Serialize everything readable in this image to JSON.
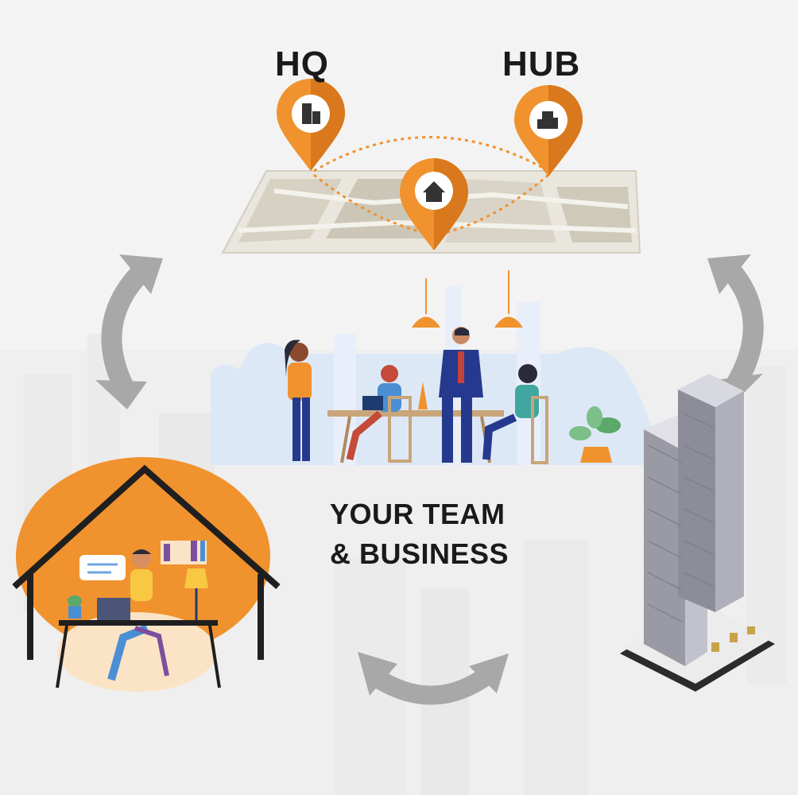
{
  "labels": {
    "hq": "HQ",
    "hub": "HUB"
  },
  "center": {
    "line1": "YOUR TEAM",
    "line2": "& BUSINESS"
  },
  "colors": {
    "background": "#f3f3f3",
    "accent_orange": "#f0922e",
    "dark_orange": "#d9781c",
    "arrow_gray": "#a8a8a8",
    "navy": "#253a8e",
    "map_tan": "#d8d3c5"
  },
  "icons": [
    "hq-pin-icon",
    "hub-pin-icon",
    "home-pin-icon",
    "cycle-arrow-icon",
    "office-tower-icon",
    "house-icon"
  ]
}
